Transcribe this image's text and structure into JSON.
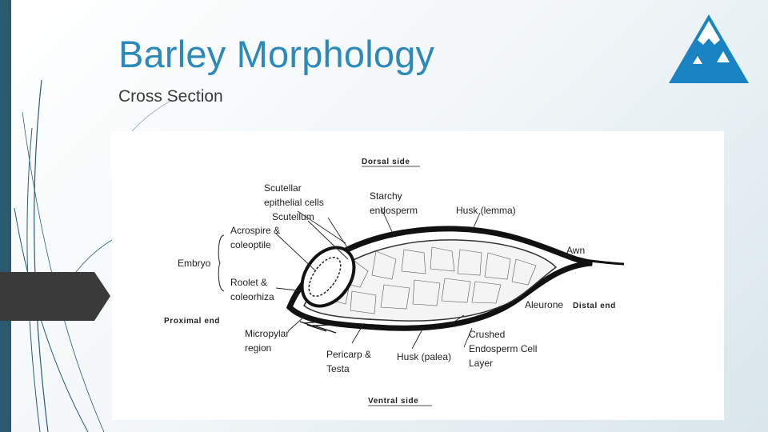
{
  "slide": {
    "title": "Barley Morphology",
    "subtitle": "Cross Section",
    "logo_icon": "mountain-logo-icon",
    "accent_color": "#2d8ab8",
    "sidebar_color": "#2b5a70"
  },
  "diagram": {
    "dorsal": "Dorsal side",
    "ventral": "Ventral side",
    "proximal": "Proximal end",
    "distal": "Distal end",
    "scutellar": "Scutellar",
    "epithelial": "epithelial cells",
    "scutellum": "Scutellum",
    "starchy": "Starchy",
    "endosperm": "endosperm",
    "husk_lemma": "Husk (lemma)",
    "awn": "Awn",
    "acrospire": "Acrospire &",
    "coleoptile": "coleoptile",
    "embryo": "Embryo",
    "rootlet": "Roolet &",
    "coleorhiza": "coleorhiza",
    "aleurone": "Aleurone",
    "micropylar": "Micropylar",
    "region": "region",
    "pericarp": "Pericarp &",
    "testa": "Testa",
    "husk_palea": "Husk (palea)",
    "crushed": "Crushed",
    "endosperm_cell": "Endosperm Cell",
    "layer": "Layer"
  }
}
